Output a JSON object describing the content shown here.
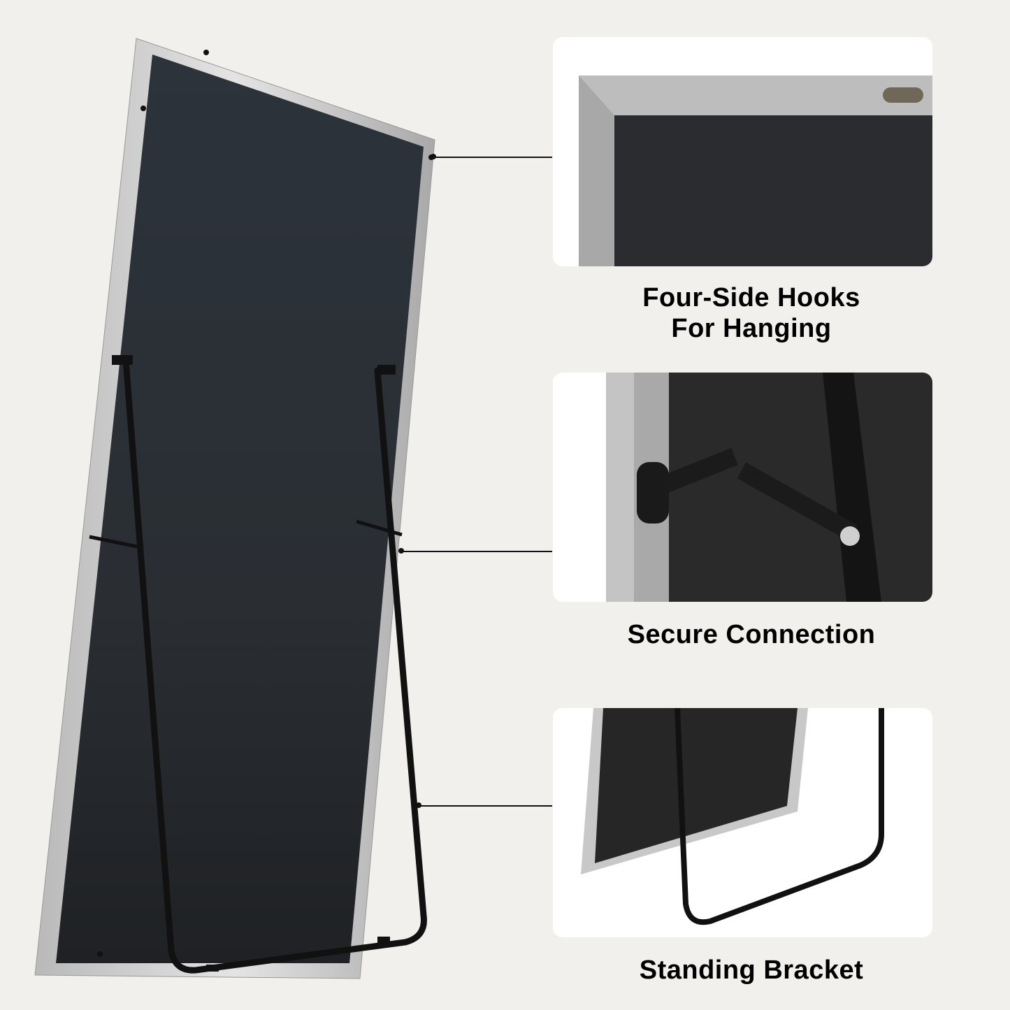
{
  "features": [
    {
      "id": "hooks",
      "caption_lines": [
        "Four-Side Hooks",
        "For Hanging"
      ],
      "image_alt": "Close-up of brushed silver frame corner with keyhole hanging hook"
    },
    {
      "id": "connection",
      "caption_lines": [
        "Secure Connection"
      ],
      "image_alt": "Close-up of black folding hinge bracket connecting frame to stand"
    },
    {
      "id": "bracket",
      "caption_lines": [
        "Standing Bracket"
      ],
      "image_alt": "Lower part of mirror with black U-shaped standing bracket"
    }
  ],
  "main_image_alt": "Back of full-length floor mirror with silver frame and black metal stand",
  "colors": {
    "background": "#f1f0ed",
    "frame_silver": "#c9c9c9",
    "backing": "#2b3036",
    "stand": "#111111",
    "card": "#ffffff"
  }
}
